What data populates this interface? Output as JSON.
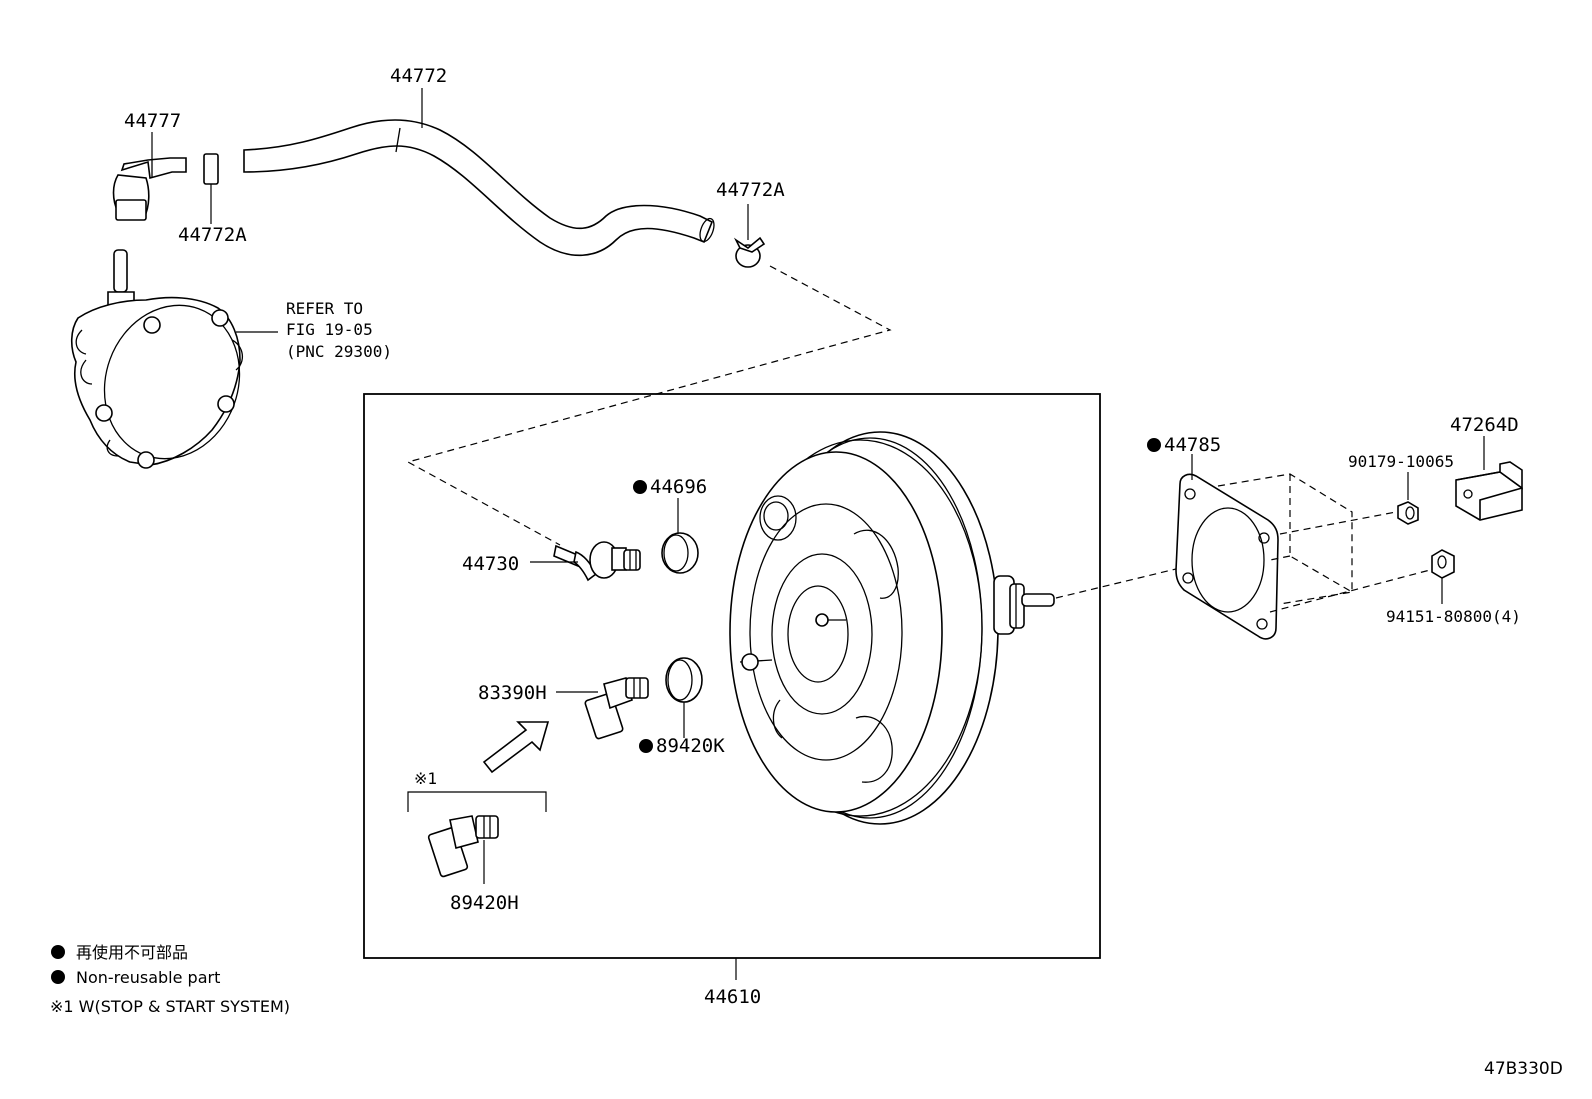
{
  "parts": {
    "p44777": "44777",
    "p44772": "44772",
    "p44772a_left": "44772A",
    "p44772a_right": "44772A",
    "p44696": "44696",
    "p44730": "44730",
    "p83390h": "83390H",
    "p89420k": "89420K",
    "p89420h": "89420H",
    "p44610": "44610",
    "p44785": "44785",
    "p47264d": "47264D",
    "p90179": "90179-10065",
    "p94151": "94151-80800(4)"
  },
  "refer": {
    "line1": "REFER TO",
    "line2": "FIG 19-05",
    "line3": "(PNC 29300)"
  },
  "note_mark": "※1",
  "legend": {
    "jp": "再使用不可部品",
    "en": "Non-reusable part",
    "note": "※1 W(STOP & START SYSTEM)"
  },
  "diagram_code": "47B330D"
}
